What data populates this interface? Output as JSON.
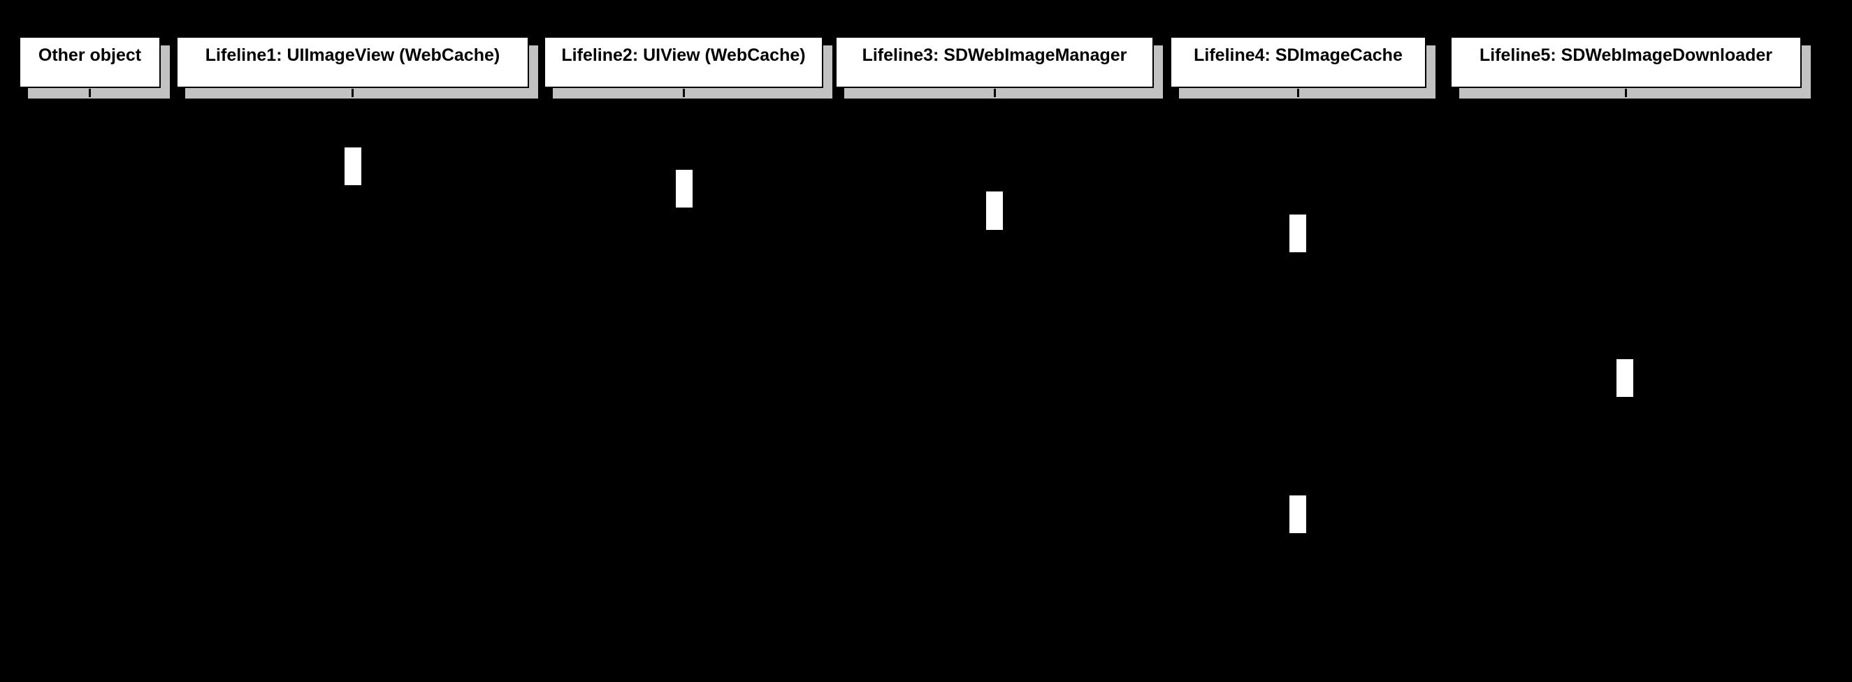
{
  "diagram": {
    "type": "uml-sequence-diagram",
    "background_color": "#000000",
    "head_box_fill": "#ffffff",
    "head_box_border": "#000000",
    "shadow_color": "#c2c2c2",
    "activation_fill": "#ffffff",
    "lifelines": [
      {
        "label": "Other object"
      },
      {
        "label": "Lifeline1: UIImageView (WebCache)"
      },
      {
        "label": "Lifeline2: UIView (WebCache)"
      },
      {
        "label": "Lifeline3: SDWebImageManager"
      },
      {
        "label": "Lifeline4: SDImageCache"
      },
      {
        "label": "Lifeline5: SDWebImageDownloader"
      }
    ],
    "activations": [
      {
        "lifeline": "Lifeline1: UIImageView (WebCache)",
        "order": 1
      },
      {
        "lifeline": "Lifeline2: UIView (WebCache)",
        "order": 2
      },
      {
        "lifeline": "Lifeline3: SDWebImageManager",
        "order": 3
      },
      {
        "lifeline": "Lifeline4: SDImageCache",
        "order": 4
      },
      {
        "lifeline": "Lifeline5: SDWebImageDownloader",
        "order": 5
      },
      {
        "lifeline": "Lifeline4: SDImageCache",
        "order": 6
      }
    ]
  }
}
